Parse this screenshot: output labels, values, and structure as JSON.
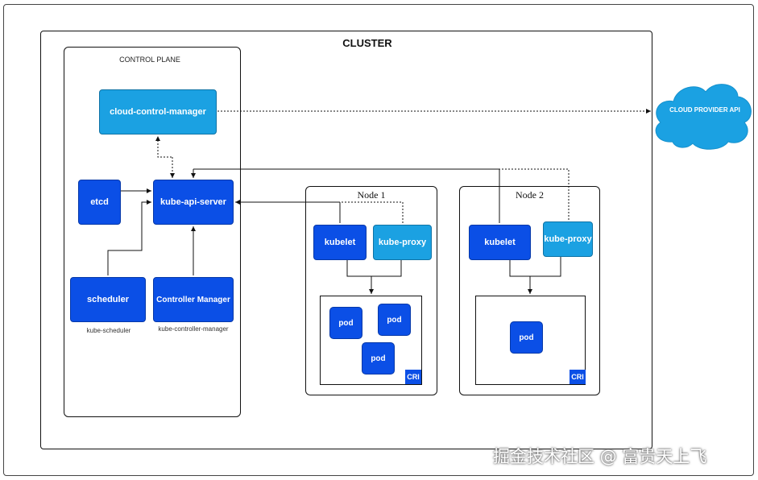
{
  "cluster_title": "CLUSTER",
  "control_plane": {
    "title": "CONTROL PLANE",
    "cloud_controller": "cloud-control-manager",
    "etcd": "etcd",
    "api_server": "kube-api-server",
    "scheduler": "scheduler",
    "scheduler_sublabel": "kube-scheduler",
    "controller_manager": "Controller Manager",
    "controller_manager_sublabel": "kube-controller-manager"
  },
  "cloud_provider": "CLOUD PROVIDER API",
  "nodes": [
    {
      "title": "Node 1",
      "kubelet": "kubelet",
      "kube_proxy": "kube-proxy",
      "pods": [
        "pod",
        "pod",
        "pod"
      ],
      "cri": "CRI"
    },
    {
      "title": "Node 2",
      "kubelet": "kubelet",
      "kube_proxy": "kube-proxy",
      "pods": [
        "pod"
      ],
      "cri": "CRI"
    }
  ],
  "watermark": "掘金技术社区 @ 富贵天上飞",
  "colors": {
    "dark_blue": "#0b4fe6",
    "light_blue": "#1ba1e2",
    "cloud_blue": "#1ba1e2"
  }
}
